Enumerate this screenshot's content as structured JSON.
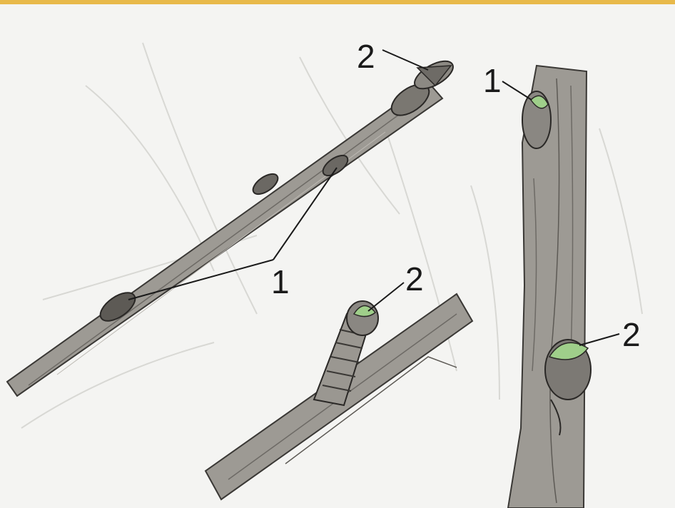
{
  "colors": {
    "frame_top": "#e8b94a",
    "paper": "#f4f4f2",
    "bark": "#9d9a94",
    "bark_dark": "#5d5a55",
    "bud_green": "#9fcf8a",
    "ink": "#1a1a1a"
  },
  "figure": {
    "callouts": {
      "twig_left_tip": "2",
      "twig_left_lateral": "1",
      "twig_middle_tip": "2",
      "stem_right_top": "1",
      "stem_right_bud": "2"
    }
  }
}
